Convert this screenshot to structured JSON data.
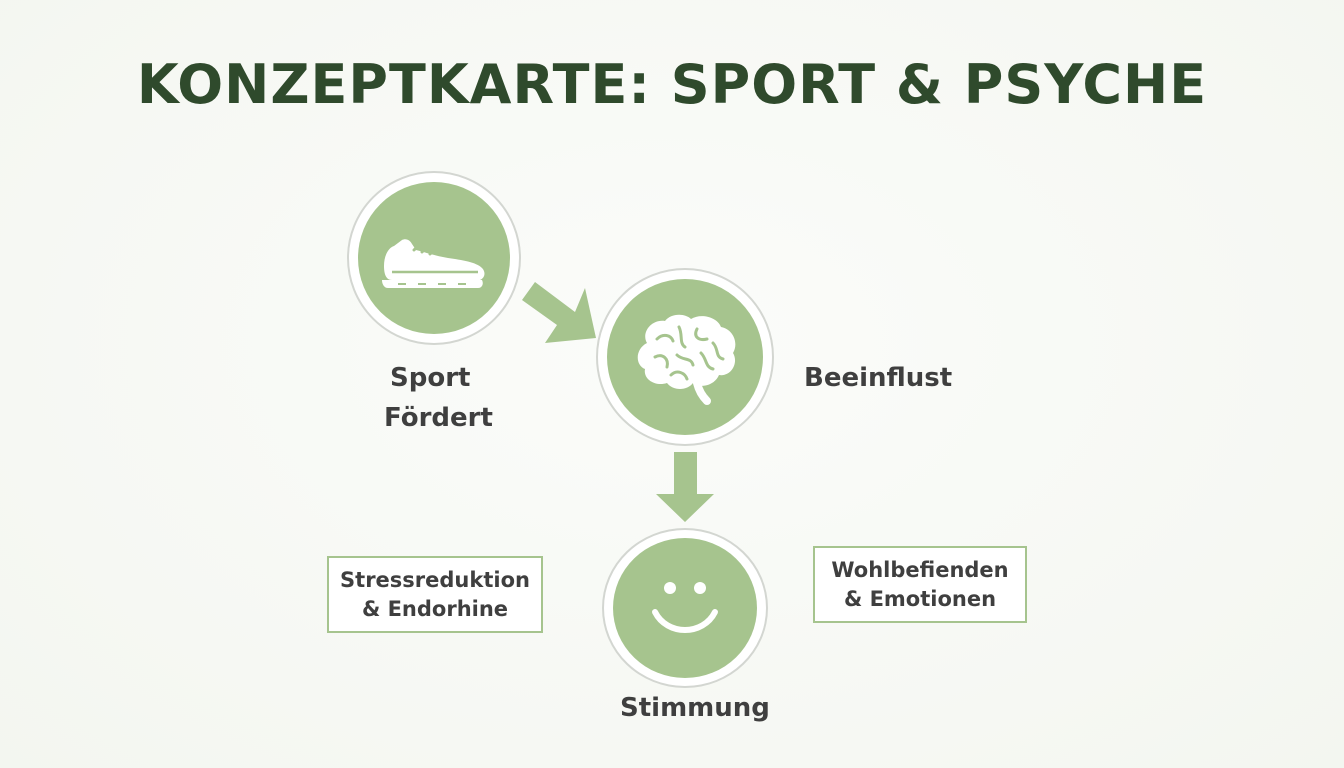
{
  "title": "KONZEPTKARTE: SPORT & PSYCHE",
  "nodes": {
    "sport": {
      "icon": "running-shoe-icon",
      "label_line1": "Sport",
      "label_line2": "Fördert"
    },
    "brain": {
      "icon": "brain-icon",
      "label": "Beeinflust"
    },
    "mood": {
      "icon": "smiley-face-icon",
      "label": "Stimmung"
    }
  },
  "boxes": {
    "left": {
      "line1": "Stressreduktion",
      "line2": "& Endorhine"
    },
    "right": {
      "line1": "Wohlbefienden",
      "line2": "& Emotionen"
    }
  },
  "colors": {
    "title": "#2f4a2c",
    "node_fill": "#a6c48e",
    "node_ring": "#d3d6d1",
    "text": "#3f3f3f",
    "background": "#f8faf6"
  }
}
